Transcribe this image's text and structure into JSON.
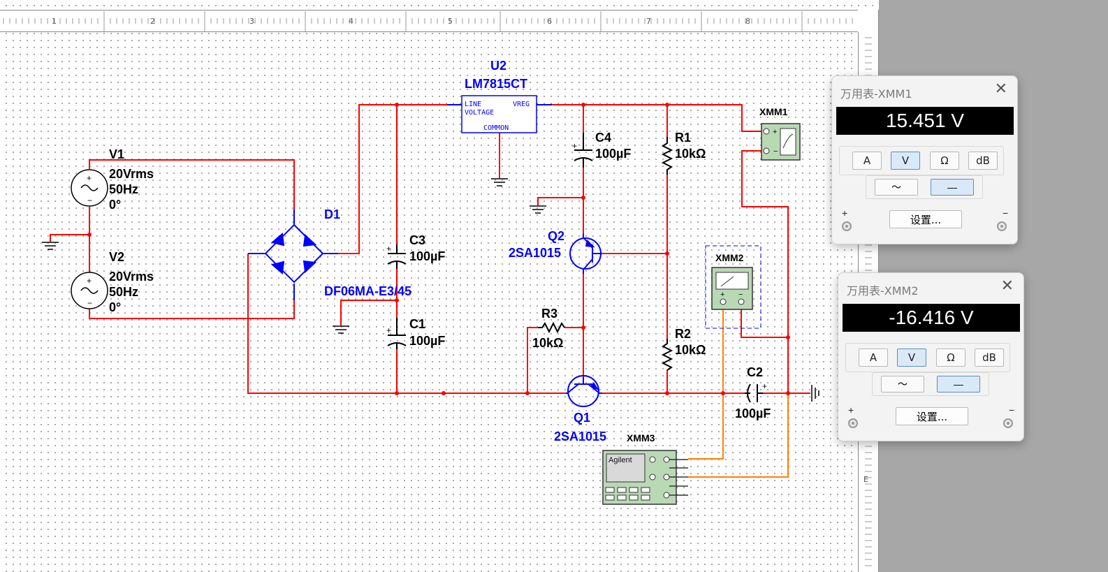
{
  "ruler": {
    "top_marks": [
      "1",
      "2",
      "3",
      "4",
      "5",
      "6",
      "7",
      "8"
    ],
    "right_mark": "E"
  },
  "components": {
    "v1": {
      "name": "V1",
      "voltage": "20Vrms",
      "freq": "50Hz",
      "phase": "0°"
    },
    "v2": {
      "name": "V2",
      "voltage": "20Vrms",
      "freq": "50Hz",
      "phase": "0°"
    },
    "d1": {
      "name": "D1",
      "part": "DF06MA-E3/45"
    },
    "u2": {
      "name": "U2",
      "part": "LM7815CT",
      "pin_line": "LINE",
      "pin_voltage": "VOLTAGE",
      "pin_vreg": "VREG",
      "pin_common": "COMMON"
    },
    "c1": {
      "name": "C1",
      "value": "100µF"
    },
    "c2": {
      "name": "C2",
      "value": "100µF"
    },
    "c3": {
      "name": "C3",
      "value": "100µF"
    },
    "c4": {
      "name": "C4",
      "value": "100µF"
    },
    "r1": {
      "name": "R1",
      "value": "10kΩ"
    },
    "r2": {
      "name": "R2",
      "value": "10kΩ"
    },
    "r3": {
      "name": "R3",
      "value": "10kΩ"
    },
    "q1": {
      "name": "Q1",
      "part": "2SA1015"
    },
    "q2": {
      "name": "Q2",
      "part": "2SA1015"
    },
    "xmm1": {
      "name": "XMM1"
    },
    "xmm2": {
      "name": "XMM2"
    },
    "xmm3": {
      "name": "XMM3",
      "brand": "Agilent"
    }
  },
  "meters": [
    {
      "title": "万用表-XMM1",
      "reading": "15.451 V",
      "active_mode": "V",
      "active_wave": "DC"
    },
    {
      "title": "万用表-XMM2",
      "reading": "-16.416 V",
      "active_mode": "V",
      "active_wave": "DC"
    }
  ],
  "meter_ui": {
    "modes": [
      "A",
      "V",
      "Ω",
      "dB"
    ],
    "ac_symbol": "～",
    "dc_symbol": "—",
    "settings_label": "设置...",
    "plus": "+",
    "minus": "−",
    "close_symbol": "✕"
  },
  "colors": {
    "wire_red": "#ff0000",
    "wire_orange": "#ff8000",
    "component_blue": "#0000ff",
    "label_blue": "#0000ff",
    "instrument_green": "#b9d9b5"
  }
}
